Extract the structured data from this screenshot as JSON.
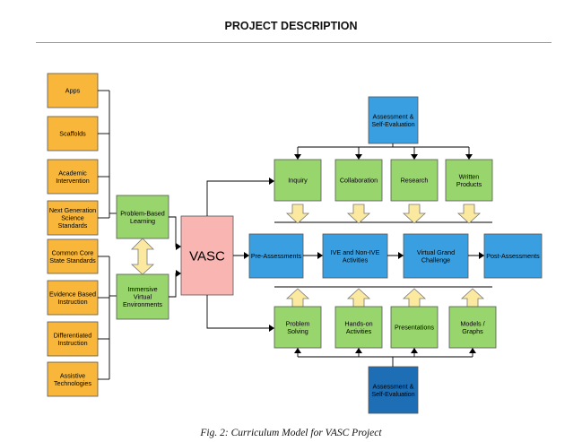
{
  "header": {
    "title": "PROJECT DESCRIPTION"
  },
  "caption": "Fig. 2: Curriculum Model for VASC Project",
  "colors": {
    "orange": "#f8b73a",
    "green": "#99d56d",
    "blue": "#3a9fe0",
    "dark_blue": "#1e6eb5",
    "pink": "#f8b5b2",
    "arrow_fill": "#fbe9a0",
    "line": "#000000"
  },
  "diagram": {
    "inputs": [
      {
        "id": "apps",
        "lines": [
          "Apps"
        ]
      },
      {
        "id": "scaffolds",
        "lines": [
          "Scaffolds"
        ]
      },
      {
        "id": "academic-intervention",
        "lines": [
          "Academic",
          "Intervention"
        ]
      },
      {
        "id": "ngss",
        "lines": [
          "Next Generation",
          "Science",
          "Standards"
        ]
      },
      {
        "id": "common-core",
        "lines": [
          "Common Core",
          "State Standards"
        ]
      },
      {
        "id": "evidence-based",
        "lines": [
          "Evidence Based",
          "Instruction"
        ]
      },
      {
        "id": "differentiated",
        "lines": [
          "Differentiated",
          "Instruction"
        ]
      },
      {
        "id": "assistive",
        "lines": [
          "Assistive",
          "Technologies"
        ]
      }
    ],
    "pedagogy": [
      {
        "id": "pbl",
        "lines": [
          "Problem-Based",
          "Learning"
        ]
      },
      {
        "id": "ive",
        "lines": [
          "Immersive",
          "Virtual",
          "Environments"
        ]
      }
    ],
    "core": {
      "id": "vasc",
      "lines": [
        "VASC"
      ]
    },
    "top_assessment": {
      "id": "assessment-top",
      "lines": [
        "Assessment &",
        "Self-Evaluation"
      ]
    },
    "bottom_assessment": {
      "id": "assessment-bottom",
      "lines": [
        "Assessment &",
        "Self-Evaluation"
      ]
    },
    "top_activities": [
      {
        "id": "inquiry",
        "lines": [
          "Inquiry"
        ]
      },
      {
        "id": "collaboration",
        "lines": [
          "Collaboration"
        ]
      },
      {
        "id": "research",
        "lines": [
          "Research"
        ]
      },
      {
        "id": "written-products",
        "lines": [
          "Written",
          "Products"
        ]
      }
    ],
    "sequence": [
      {
        "id": "pre-assessments",
        "lines": [
          "Pre-Assessments"
        ]
      },
      {
        "id": "ive-activities",
        "lines": [
          "IVE and Non-IVE",
          "Activities"
        ]
      },
      {
        "id": "virtual-grand-challenge",
        "lines": [
          "Virtual Grand",
          "Challenge"
        ]
      },
      {
        "id": "post-assessments",
        "lines": [
          "Post-Assessments"
        ]
      }
    ],
    "bottom_activities": [
      {
        "id": "problem-solving",
        "lines": [
          "Problem",
          "Solving"
        ]
      },
      {
        "id": "hands-on",
        "lines": [
          "Hands-on",
          "Activities"
        ]
      },
      {
        "id": "presentations",
        "lines": [
          "Presentations"
        ]
      },
      {
        "id": "models-graphs",
        "lines": [
          "Models /",
          "Graphs"
        ]
      }
    ]
  }
}
